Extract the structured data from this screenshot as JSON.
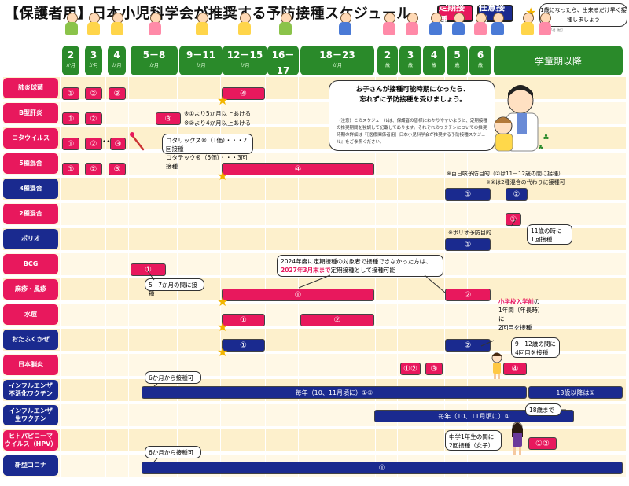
{
  "header": {
    "title": "【保護者用】日本小児科学会が推奨する予防接種スケジュール",
    "legend_teiki": "定期接種",
    "legend_nini": "任意接種",
    "legend_note": "1歳になったら、出来るだけ早く接種しましょう",
    "footnote_date": "2025年5月 改訂"
  },
  "colors": {
    "teiki": "#e8185d",
    "nini": "#1a2a8f",
    "age_header": "#2a8a2a",
    "star": "#f2b500"
  },
  "ages": [
    {
      "n": "2",
      "u": "か月"
    },
    {
      "n": "3",
      "u": "か月"
    },
    {
      "n": "4",
      "u": "か月"
    },
    {
      "n": "5－8",
      "u": "か月"
    },
    {
      "n": "9－11",
      "u": "か月"
    },
    {
      "n": "12－15",
      "u": "か月"
    },
    {
      "n": "16－17",
      "u": "か月"
    },
    {
      "n": "18－23",
      "u": "か月"
    },
    {
      "n": "2",
      "u": "歳"
    },
    {
      "n": "3",
      "u": "歳"
    },
    {
      "n": "4",
      "u": "歳"
    },
    {
      "n": "5",
      "u": "歳"
    },
    {
      "n": "6",
      "u": "歳"
    }
  ],
  "school_label": "学童期以降",
  "rows": [
    {
      "label": "肺炎球菌",
      "type": "t"
    },
    {
      "label": "B型肝炎",
      "type": "t"
    },
    {
      "label": "ロタウイルス",
      "type": "t"
    },
    {
      "label": "5種混合",
      "type": "t"
    },
    {
      "label": "3種混合",
      "type": "n"
    },
    {
      "label": "2種混合",
      "type": "t"
    },
    {
      "label": "ポリオ",
      "type": "n"
    },
    {
      "label": "BCG",
      "type": "t"
    },
    {
      "label": "麻疹・風疹",
      "type": "t"
    },
    {
      "label": "水痘",
      "type": "t"
    },
    {
      "label": "おたふくかぜ",
      "type": "n"
    },
    {
      "label": "日本脳炎",
      "type": "t"
    },
    {
      "label": "インフルエンザ\n不活化ワクチン",
      "type": "n"
    },
    {
      "label": "インフルエンザ\n生ワクチン",
      "type": "n"
    },
    {
      "label": "ヒトパピローマ\nウイルス（HPV）",
      "type": "t"
    },
    {
      "label": "新型コロナ",
      "type": "n"
    }
  ],
  "doses": {
    "d1": "①",
    "d2": "②",
    "d3": "③",
    "d4": "④",
    "d12": "①②"
  },
  "notes": {
    "hepb_1": "※①より5か月以上あける",
    "hepb_2": "※②より4か月以上あける",
    "rota_1": "ロタリックス®（1価）・・・2回接種",
    "rota_2": "ロタテック®（5価）・・・3回接種",
    "dtp3_1": "※百日咳予防目的（②は11－12歳の間に接種）",
    "dtp3_2": "※②は2種混合の代わりに接種可",
    "dt2_1": "11歳の時に",
    "dt2_2": "1回接種",
    "polio": "※ポリオ予防目的",
    "bcg": "5－7か月の間に接種",
    "mr_1": "2024年度に定期接種の対象者で接種できなかった方は、",
    "mr_2a": "2027年3月末まで",
    "mr_2b": "定期接種として接種可能",
    "mr_school_1": "小学校入学前",
    "mr_school_1b": "の",
    "mr_school_2": "1年間（年長時）に",
    "mr_school_3": "2回目を接種",
    "mumps_1": "9－12歳の間に",
    "mumps_2": "4回目を接種",
    "flu_in_callout": "6か月から接種可",
    "flu_in_bar": "毎年（10、11月頃に）①②",
    "flu_in_right": "13歳以降は①",
    "flu_live_bar": "毎年（10、11月頃に）①",
    "flu_live_right": "18歳まで",
    "hpv_1": "中学1年生の間に",
    "hpv_2": "2回接種（女子）",
    "covid_callout": "6か月から接種可"
  },
  "doctor": {
    "main_1": "お子さんが接種可能時期になったら、",
    "main_2": "忘れずに予防接種を受けましょう。",
    "sub": "（注意）このスケジュールは、保護者の皆様にわかりやすいように、定期接種の推奨期間を強調して記載してあります。それぞれのワクチンについての推奨時期の詳細は『［医療関係者用］日本小児科学会が推奨する予防接種スケジュール』をご参照ください。"
  }
}
